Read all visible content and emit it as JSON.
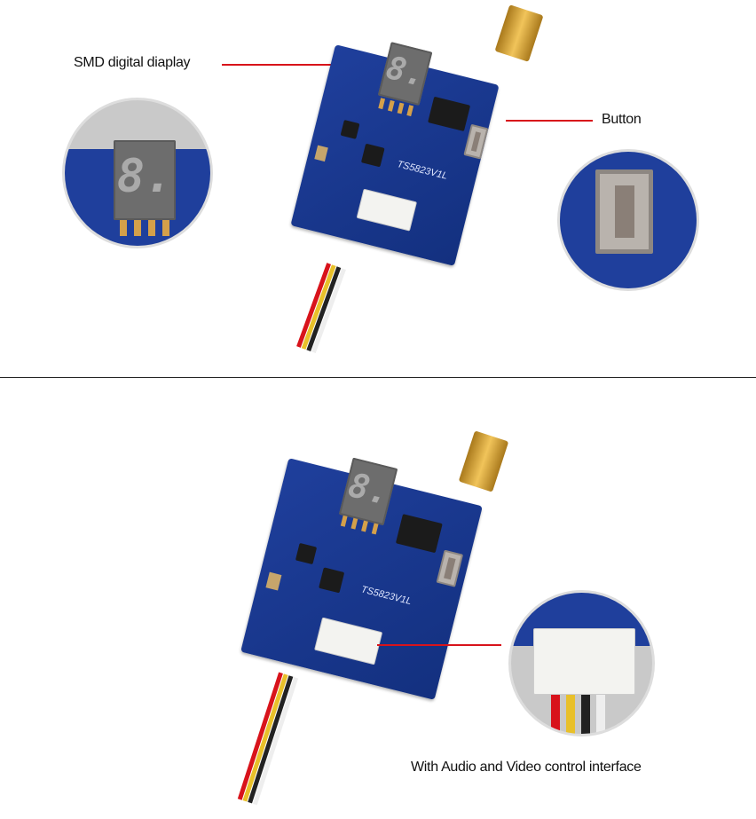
{
  "top_section": {
    "display_label": "SMD digital diaplay",
    "button_label": "Button",
    "board_marking": "TS5823V1L",
    "display_digit": "8."
  },
  "bottom_section": {
    "board_marking": "TS5823V1L",
    "interface_label": "With Audio and Video control  interface",
    "display_digit": "8."
  },
  "colors": {
    "pcb": "#1f3f9c",
    "callout_line": "#d8131b",
    "connector": "#f3f3f0"
  },
  "wire_colors": [
    "#d8131b",
    "#e8c02a",
    "#222222",
    "#f0f0f0"
  ]
}
